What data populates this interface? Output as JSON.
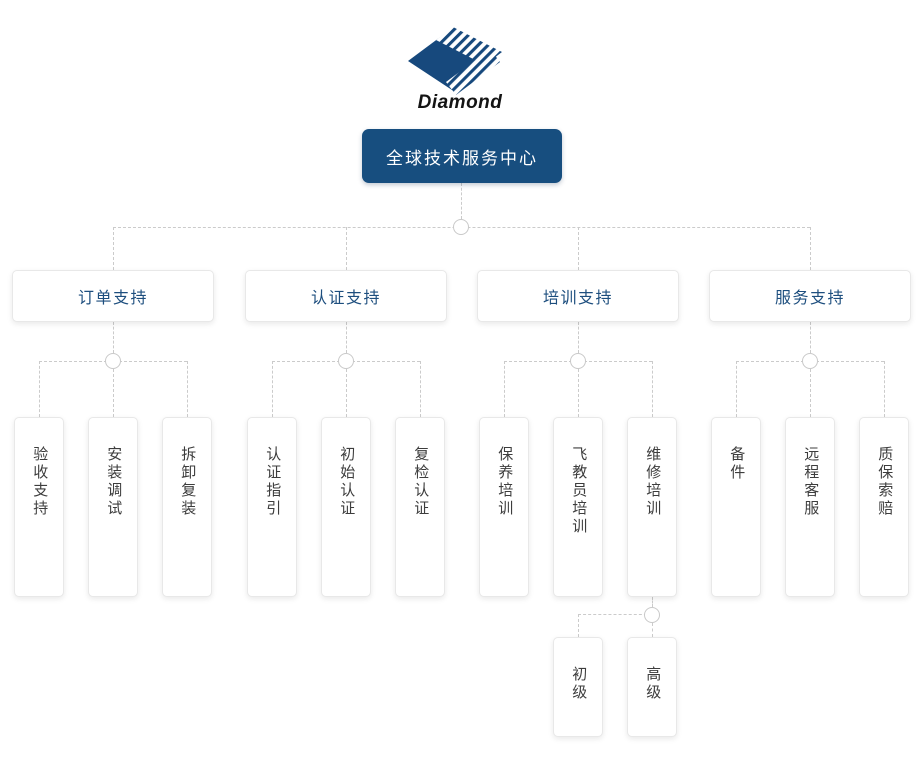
{
  "brand": {
    "name": "Diamond"
  },
  "org": {
    "root": {
      "label": "全球技术服务中心"
    },
    "branches": [
      {
        "label": "订单支持",
        "children": [
          {
            "label": "验收支持"
          },
          {
            "label": "安装调试"
          },
          {
            "label": "拆卸复装"
          }
        ]
      },
      {
        "label": "认证支持",
        "children": [
          {
            "label": "认证指引"
          },
          {
            "label": "初始认证"
          },
          {
            "label": "复检认证"
          }
        ]
      },
      {
        "label": "培训支持",
        "children": [
          {
            "label": "保养培训"
          },
          {
            "label": "飞教员培训"
          },
          {
            "label": "维修培训",
            "children": [
              {
                "label": "初级"
              },
              {
                "label": "高级"
              }
            ]
          }
        ]
      },
      {
        "label": "服务支持",
        "children": [
          {
            "label": "备件"
          },
          {
            "label": "远程客服"
          },
          {
            "label": "质保索赔"
          }
        ]
      }
    ]
  },
  "colors": {
    "brand_blue": "#17497d",
    "root_bg": "#174e7f",
    "branch_text": "#1d4e7e",
    "leaf_text": "#3d3d3d",
    "connector": "#cbcbcb"
  }
}
